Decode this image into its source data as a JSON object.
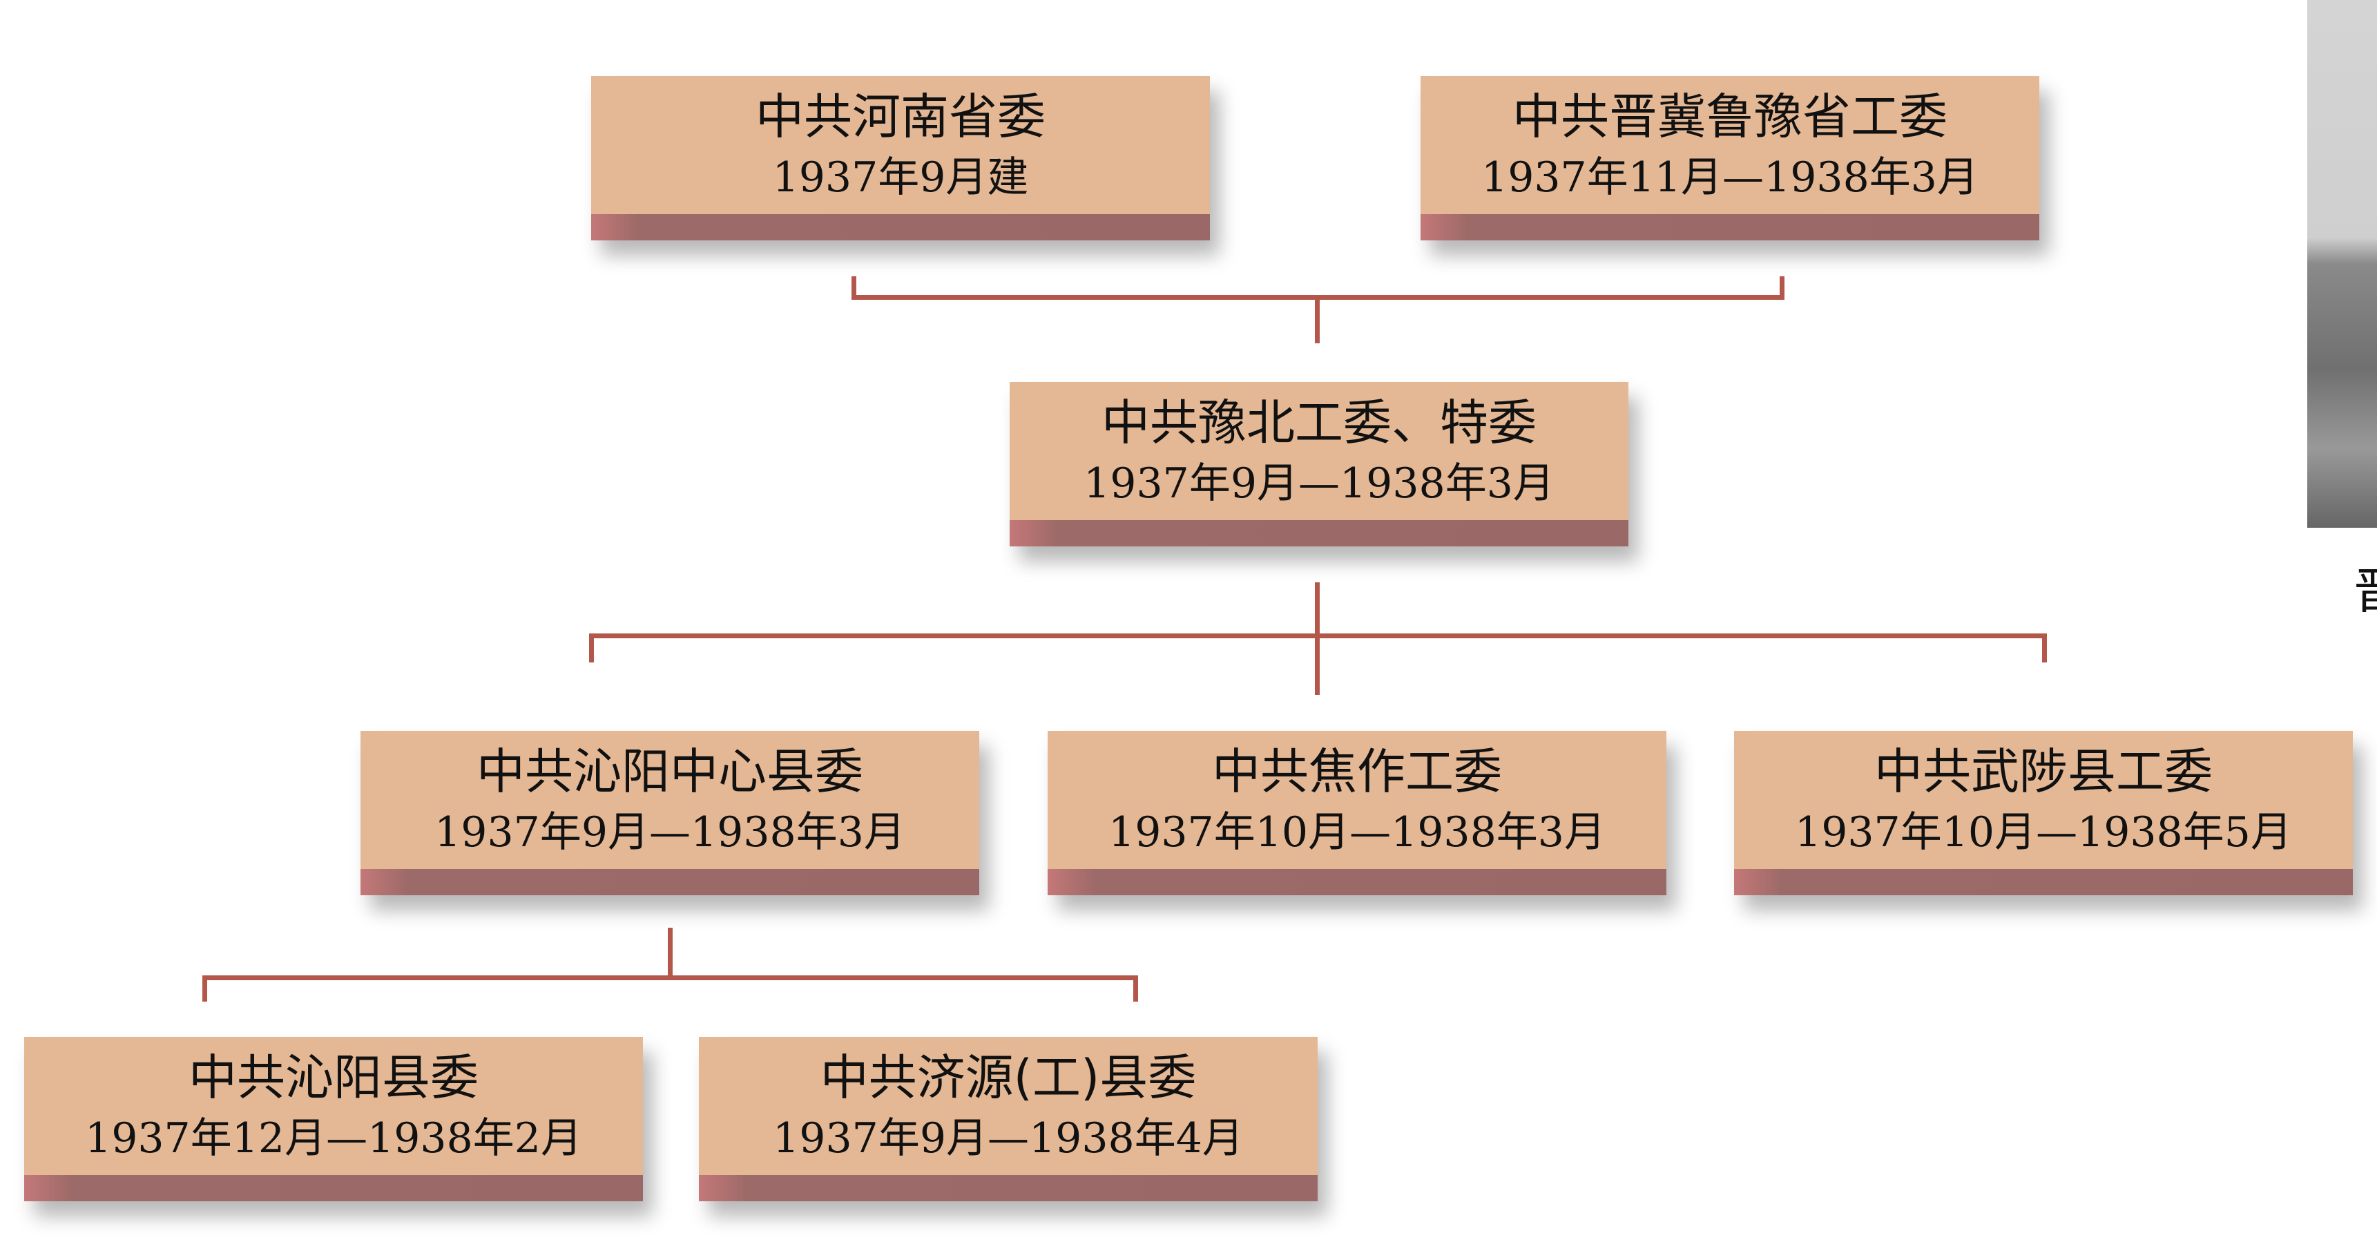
{
  "nodes": {
    "henan": {
      "title": "中共河南省委",
      "date": "1937年9月建"
    },
    "jijilu": {
      "title": "中共晋冀鲁豫省工委",
      "date": "1937年11月—1938年3月"
    },
    "yubei": {
      "title": "中共豫北工委、特委",
      "date": "1937年9月—1938年3月"
    },
    "qinyang_center": {
      "title": "中共沁阳中心县委",
      "date": "1937年9月—1938年3月"
    },
    "jiaozuo": {
      "title": "中共焦作工委",
      "date": "1937年10月—1938年3月"
    },
    "wushe": {
      "title": "中共武陟县工委",
      "date": "1937年10月—1938年5月"
    },
    "qinyang": {
      "title": "中共沁阳县委",
      "date": "1937年12月—1938年2月"
    },
    "jiyuan": {
      "title": "中共济源(工)县委",
      "date": "1937年9月—1938年4月"
    }
  },
  "side_caption": "晋",
  "colors": {
    "box": "#e4b894",
    "band": "#9a6967",
    "connector": "#b3574a"
  }
}
